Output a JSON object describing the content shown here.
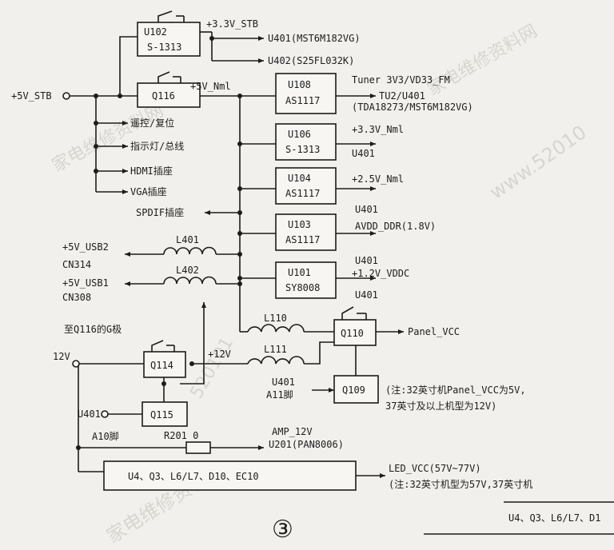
{
  "figure_number": "③",
  "watermark": [
    "家电维修资料网",
    "www.52010",
    "家电维修资料网",
    "家电维修资料网",
    "520101"
  ],
  "components": {
    "u102": {
      "ref": "U102",
      "part": "S-1313"
    },
    "q116": {
      "ref": "Q116"
    },
    "u108": {
      "ref": "U108",
      "part": "AS1117"
    },
    "u106": {
      "ref": "U106",
      "part": "S-1313"
    },
    "u104": {
      "ref": "U104",
      "part": "AS1117"
    },
    "u103": {
      "ref": "U103",
      "part": "AS1117"
    },
    "u101": {
      "ref": "U101",
      "part": "SY8008"
    },
    "q110": {
      "ref": "Q110"
    },
    "q114": {
      "ref": "Q114"
    },
    "q115": {
      "ref": "Q115"
    },
    "q109": {
      "ref": "Q109"
    },
    "led_block": {
      "label": "U4、Q3、L6/L7、D10、EC10"
    }
  },
  "inductors": {
    "l401": "L401",
    "l402": "L402",
    "l110": "L110",
    "l111": "L111"
  },
  "resistor": {
    "label": "R201 0"
  },
  "labels": {
    "plus5v_stb": "+5V_STB",
    "stb33": "+3.3V_STB",
    "u401_mst": "U401(MST6M182VG)",
    "u402": "U402(S25FL032K)",
    "nml5v": "+5V_Nml",
    "tuner": "Tuner 3V3/VD33_FM",
    "tu2": "TU2/U401",
    "tda": "(TDA18273/MST6M182VG)",
    "remote": "遥控/复位",
    "indicator": "指示灯/总线",
    "hdmi": "HDMI插座",
    "vga": "VGA插座",
    "spdif": "SPDIF插座",
    "nml33": "+3.3V_Nml",
    "u401_a": "U401",
    "nml25": "+2.5V_Nml",
    "u401_b": "U401",
    "avdd": "AVDD_DDR(1.8V)",
    "u401_c": "U401",
    "vddc": "+1.2V_VDDC",
    "u401_d": "U401",
    "usb2": "+5V_USB2",
    "cn314": "CN314",
    "usb1": "+5V_USB1",
    "cn308": "CN308",
    "to_q116": "至Q116的G极",
    "panel_vcc": "Panel_VCC",
    "in12v": "12V",
    "plus12v": "+12V",
    "u401_e": "U401",
    "a11": "A11脚",
    "note1_a": "(注:32英寸机Panel_VCC为5V,",
    "note1_b": "37英寸及以上机型为12V)",
    "u401_q115": "U401",
    "a10": "A10脚",
    "amp12v": "AMP_12V",
    "u201": "U201(PAN8006)",
    "led_vcc": "LED_VCC(57V~77V)",
    "note2": "(注:32英寸机型为57V,37英寸机",
    "bottom_cut": "U4、Q3、L6/L7、D1"
  }
}
